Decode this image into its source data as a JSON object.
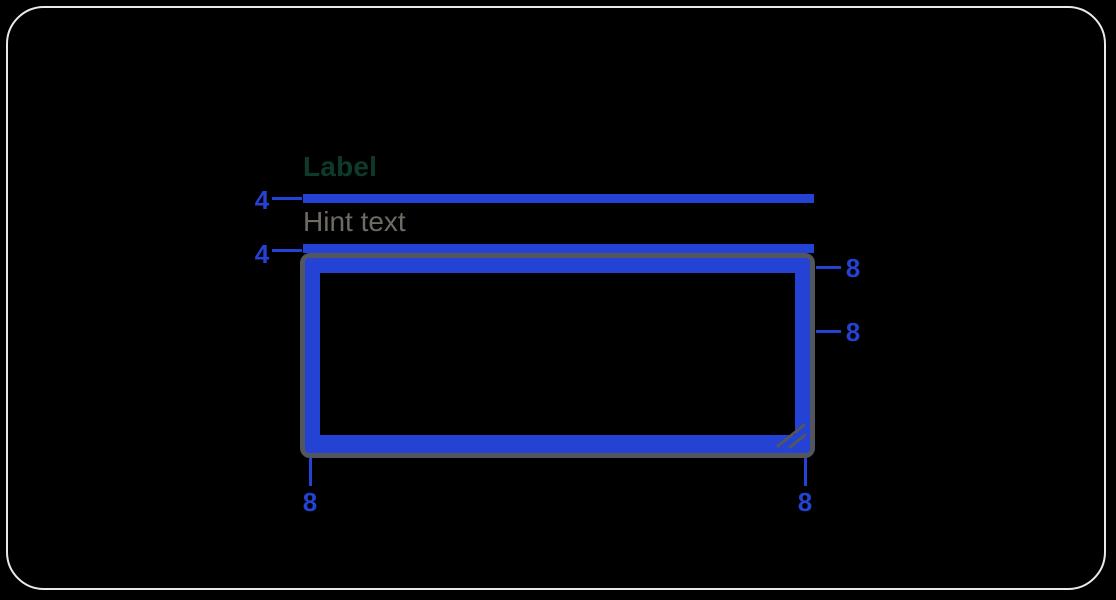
{
  "component": {
    "label": "Label",
    "hint": "Hint text"
  },
  "dims": {
    "label_gap": "4",
    "hint_gap": "4",
    "padding_top": "8",
    "padding_right": "8",
    "padding_left": "8",
    "padding_bottom": "8"
  },
  "colors": {
    "background": "#000000",
    "card_border": "#ECEAE6",
    "accent_blue": "#2442D3",
    "label_green": "#0E3A2C",
    "hint_gray": "#6E6A64",
    "field_border_gray": "#54565E",
    "resize_handle_gray": "#54565E"
  },
  "icons": {
    "resize_handle": "diagonal-grip-lines"
  }
}
